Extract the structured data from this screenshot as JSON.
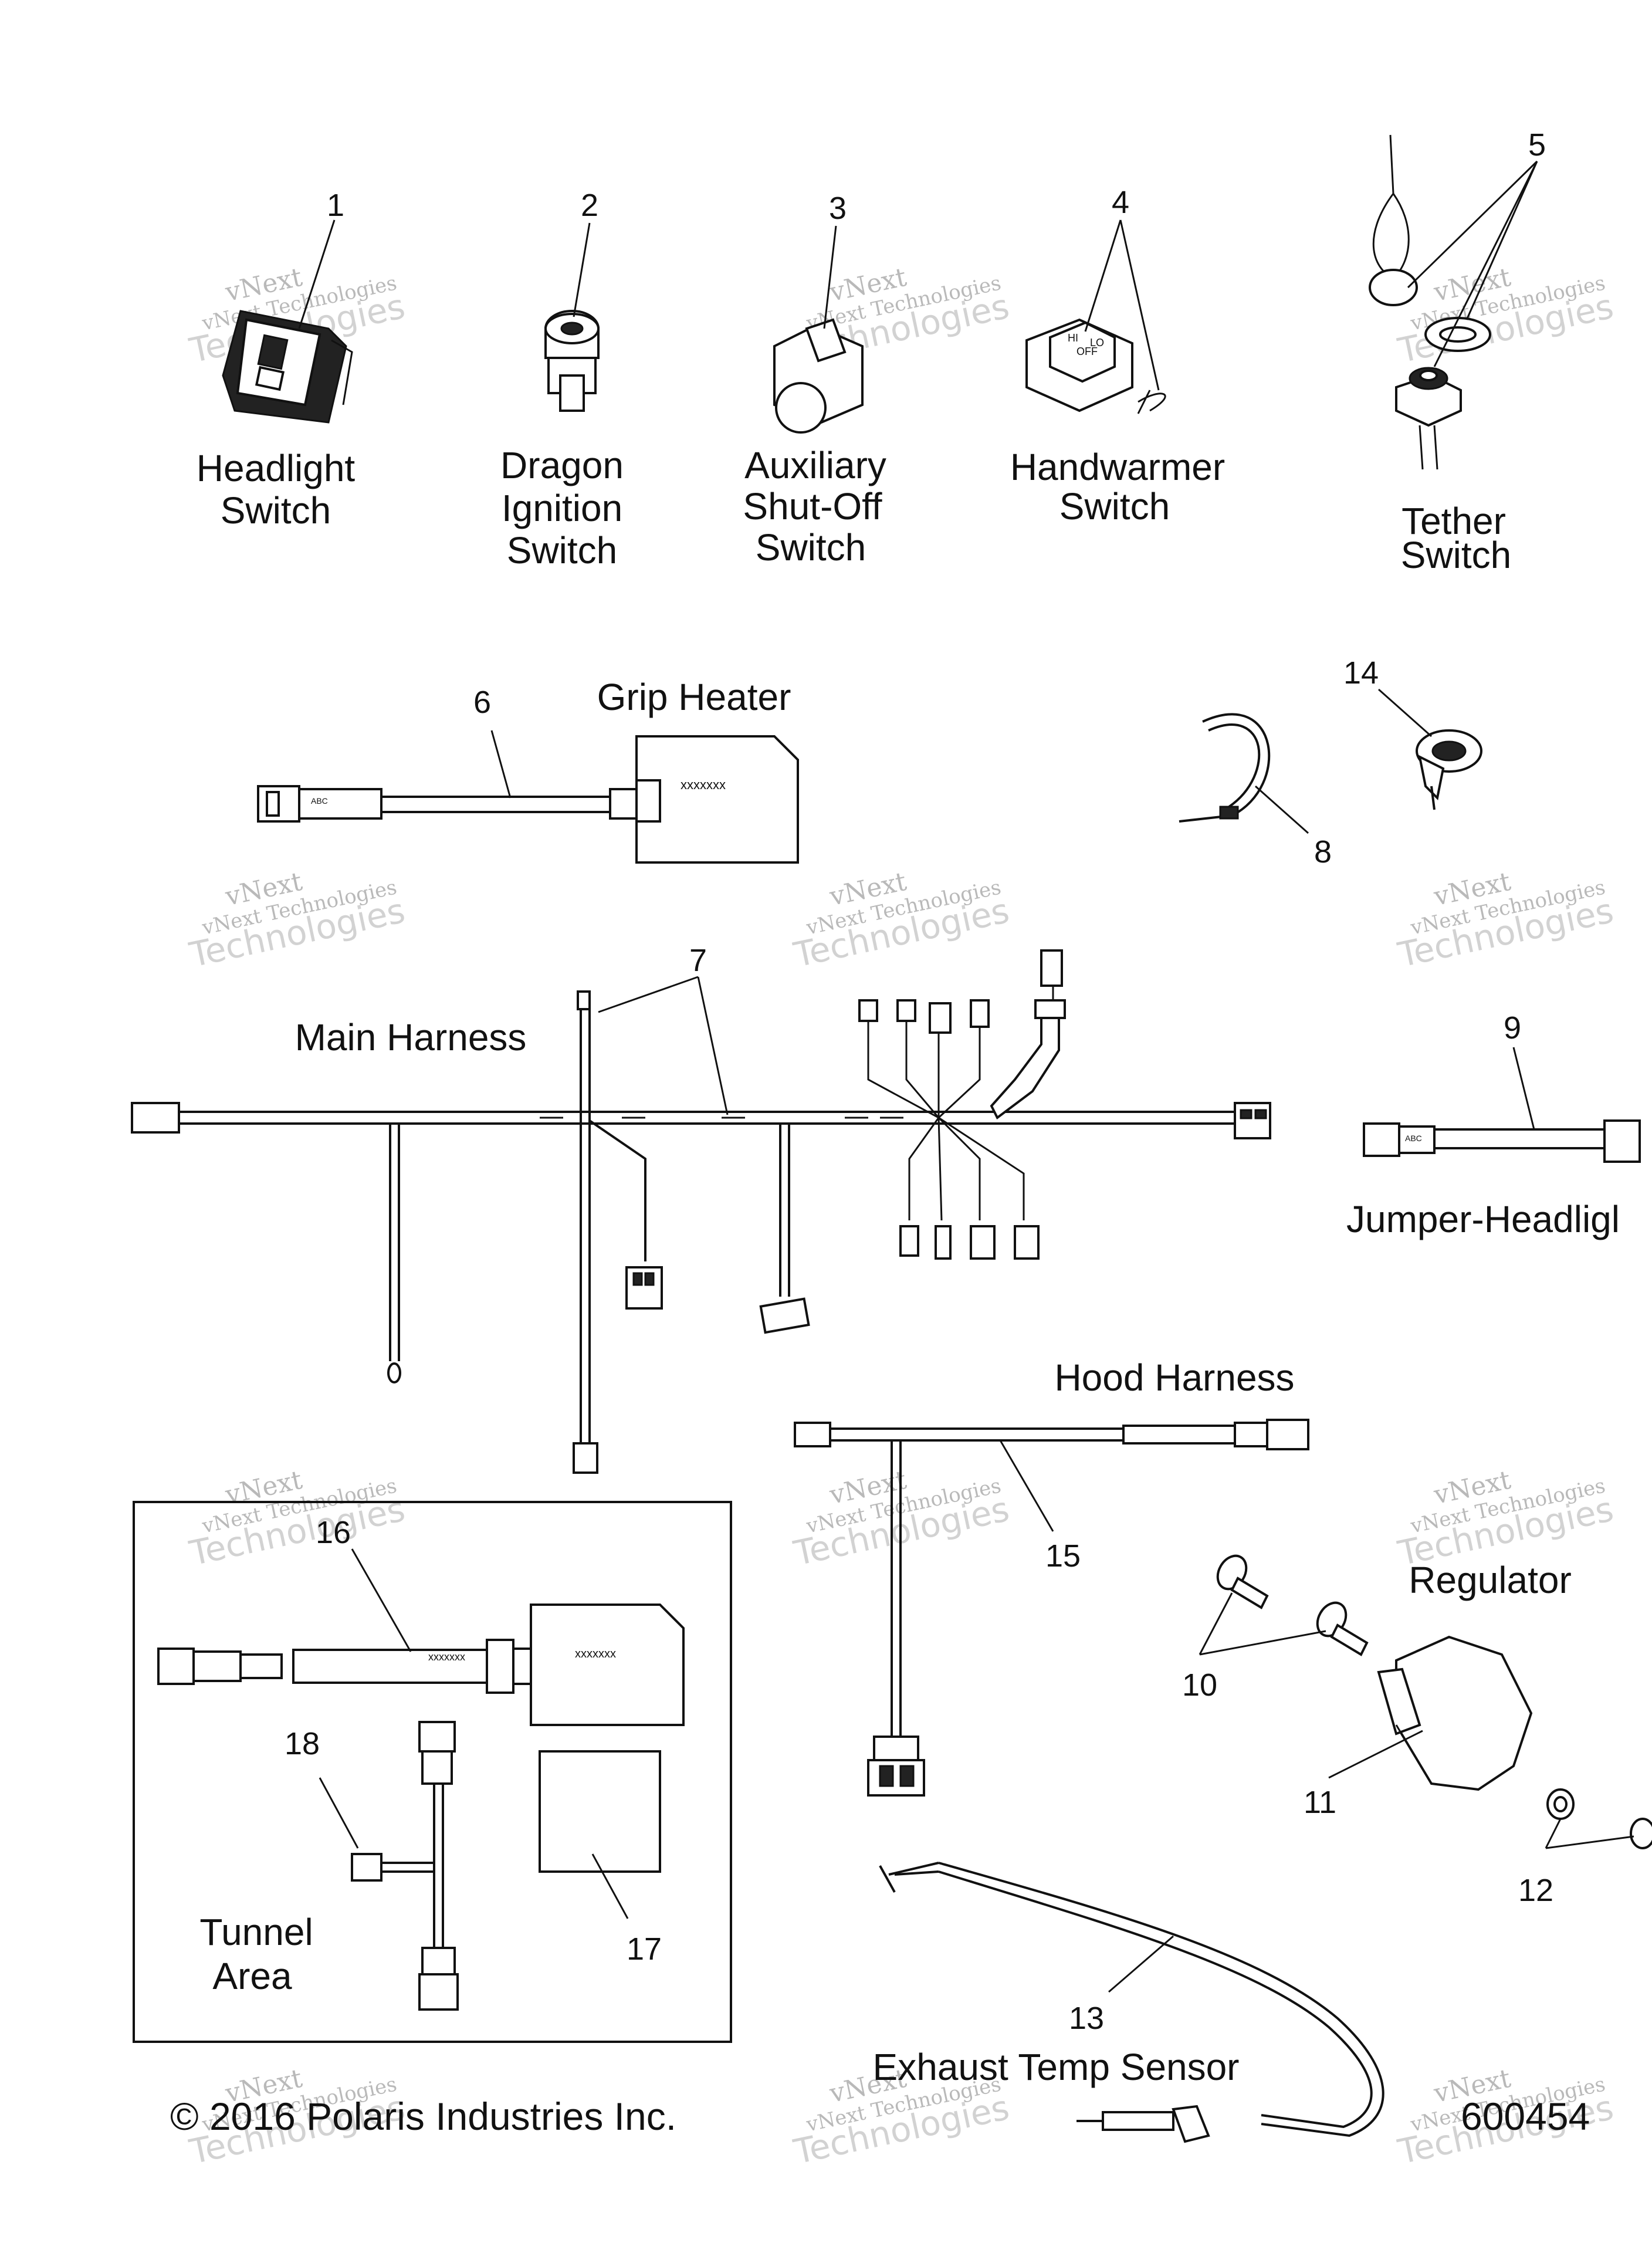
{
  "captions": {
    "headlight_switch": [
      "Headlight",
      "Switch"
    ],
    "dragon_ignition_switch": [
      "Dragon",
      "Ignition",
      "Switch"
    ],
    "aux_shutoff_switch": [
      "Auxiliary",
      "Shut-Off",
      "Switch"
    ],
    "handwarmer_switch": [
      "Handwarmer",
      "Switch"
    ],
    "tether_switch": [
      "Tether",
      "Switch"
    ],
    "grip_heater": "Grip Heater",
    "main_harness": "Main Harness",
    "jumper_headlight": "Jumper-Headligl",
    "hood_harness": "Hood Harness",
    "regulator": "Regulator",
    "tunnel_area": [
      "Tunnel",
      "Area"
    ],
    "exhaust_temp_sensor": "Exhaust Temp Sensor"
  },
  "callouts": [
    "1",
    "2",
    "3",
    "4",
    "5",
    "6",
    "7",
    "8",
    "9",
    "10",
    "11",
    "12",
    "13",
    "14",
    "15",
    "16",
    "17",
    "18"
  ],
  "part_marks": {
    "grip_heater_code": "xxxxxxx",
    "tunnel_heater_code": "xxxxxxx",
    "tunnel_heater_code2": "xxxxxxx",
    "connector_marks": [
      "ABC",
      "ABC"
    ],
    "handwarmer_rocker": [
      "HI",
      "OFF",
      "LO"
    ]
  },
  "watermark": {
    "line1": "vNext",
    "line2": "vNext Technologies",
    "line3": "Technologies"
  },
  "footer": {
    "copyright": "© 2016 Polaris Industries Inc.",
    "drawing_number": "600454"
  }
}
